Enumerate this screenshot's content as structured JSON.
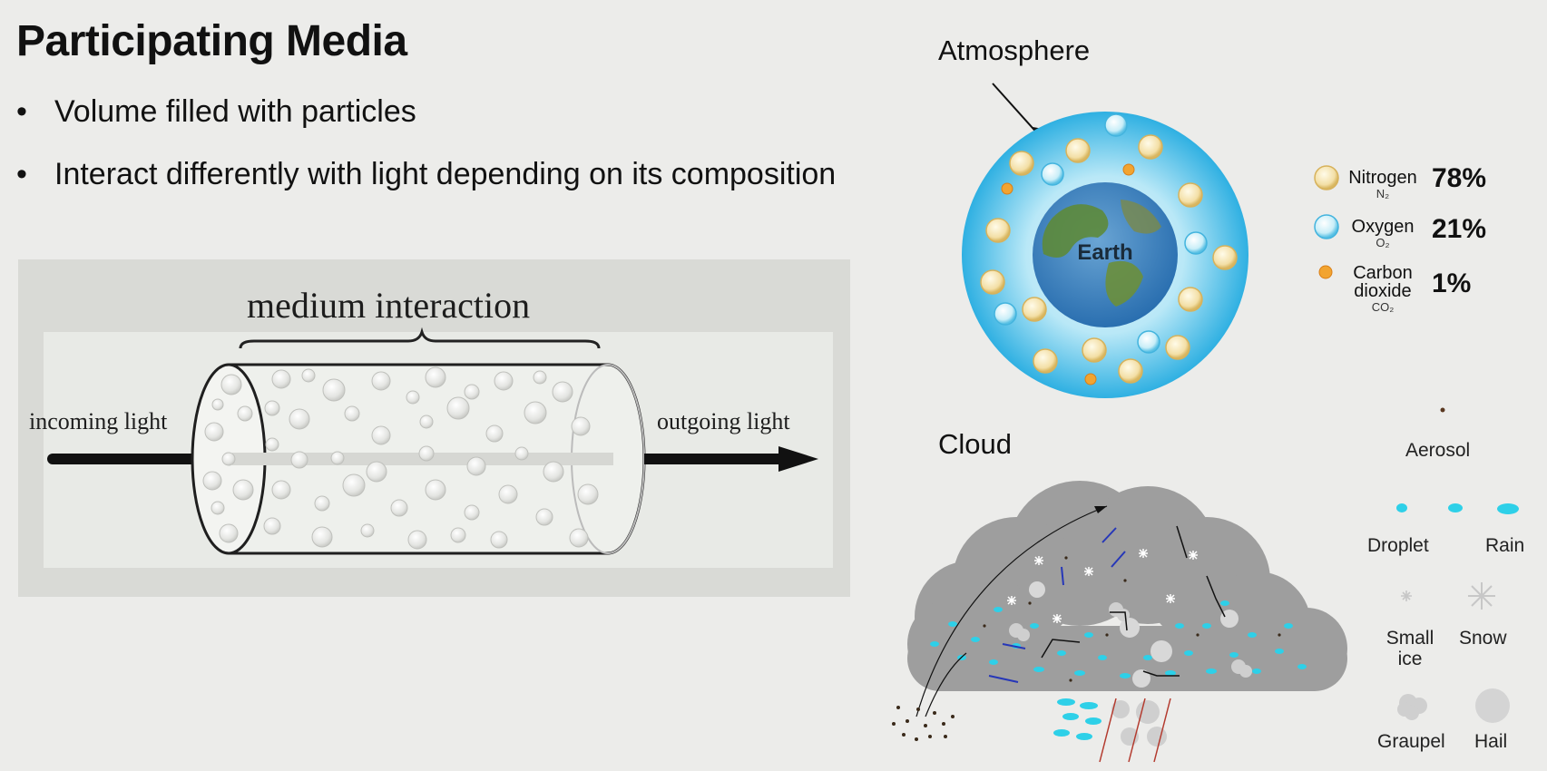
{
  "slide": {
    "title": "Participating Media",
    "bullets": [
      "Volume filled with particles",
      "Interact differently with light depending on its composition"
    ]
  },
  "medium_diagram": {
    "top_label": "medium interaction",
    "incoming_label": "incoming light",
    "outgoing_label": "outgoing light"
  },
  "atmosphere": {
    "title": "Atmosphere",
    "center_label": "Earth",
    "legend": [
      {
        "name": "Nitrogen",
        "formula": "N₂",
        "percent": "78%",
        "color": "#f3dfa6"
      },
      {
        "name": "Oxygen",
        "formula": "O₂",
        "percent": "21%",
        "color": "#c9eef8"
      },
      {
        "name_line1": "Carbon",
        "name_line2": "dioxide",
        "formula": "CO₂",
        "percent": "1%",
        "color": "#f2a430"
      }
    ]
  },
  "cloud": {
    "title": "Cloud",
    "legend": {
      "aerosol": "Aerosol",
      "droplet": "Droplet",
      "rain": "Rain",
      "small_ice_1": "Small",
      "small_ice_2": "ice",
      "snow": "Snow",
      "graupel": "Graupel",
      "hail": "Hail"
    }
  },
  "colors": {
    "background": "#ececea",
    "atmosphere_blue": "#3fb8e4",
    "cloud_gray": "#9e9e9e",
    "droplet_cyan": "#2ed0e8"
  }
}
